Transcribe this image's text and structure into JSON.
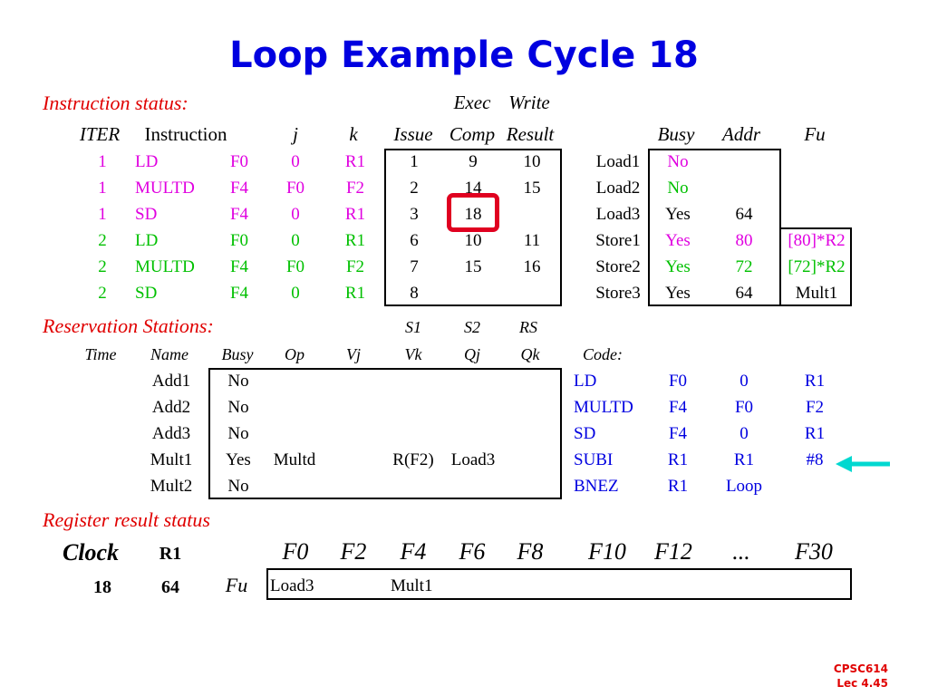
{
  "title": "Loop Example Cycle 18",
  "instruction_status": {
    "section_label": "Instruction status:",
    "exec_label": "Exec",
    "write_label": "Write",
    "headers": {
      "iter": "ITER",
      "instruction": "Instruction",
      "j": "j",
      "k": "k",
      "issue": "Issue",
      "comp": "Comp",
      "result": "Result"
    },
    "rows": [
      {
        "iter": "1",
        "op": "LD",
        "dst": "F0",
        "j": "0",
        "k": "R1",
        "issue": "1",
        "comp": "9",
        "result": "10"
      },
      {
        "iter": "1",
        "op": "MULTD",
        "dst": "F4",
        "j": "F0",
        "k": "F2",
        "issue": "2",
        "comp": "14",
        "result": "15"
      },
      {
        "iter": "1",
        "op": "SD",
        "dst": "F4",
        "j": "0",
        "k": "R1",
        "issue": "3",
        "comp": "18",
        "result": ""
      },
      {
        "iter": "2",
        "op": "LD",
        "dst": "F0",
        "j": "0",
        "k": "R1",
        "issue": "6",
        "comp": "10",
        "result": "11"
      },
      {
        "iter": "2",
        "op": "MULTD",
        "dst": "F4",
        "j": "F0",
        "k": "F2",
        "issue": "7",
        "comp": "15",
        "result": "16"
      },
      {
        "iter": "2",
        "op": "SD",
        "dst": "F4",
        "j": "0",
        "k": "R1",
        "issue": "8",
        "comp": "",
        "result": ""
      }
    ]
  },
  "load_store_buffers": {
    "headers": {
      "busy": "Busy",
      "addr": "Addr",
      "fu": "Fu"
    },
    "rows": [
      {
        "name": "Load1",
        "busy": "No",
        "addr": "",
        "fu": ""
      },
      {
        "name": "Load2",
        "busy": "No",
        "addr": "",
        "fu": ""
      },
      {
        "name": "Load3",
        "busy": "Yes",
        "addr": "64",
        "fu": ""
      },
      {
        "name": "Store1",
        "busy": "Yes",
        "addr": "80",
        "fu": "[80]*R2"
      },
      {
        "name": "Store2",
        "busy": "Yes",
        "addr": "72",
        "fu": "[72]*R2"
      },
      {
        "name": "Store3",
        "busy": "Yes",
        "addr": "64",
        "fu": "Mult1"
      }
    ]
  },
  "reservation_stations": {
    "section_label": "Reservation Stations:",
    "top_headers": {
      "s1": "S1",
      "s2": "S2",
      "rs": "RS"
    },
    "headers": {
      "time": "Time",
      "name": "Name",
      "busy": "Busy",
      "op": "Op",
      "vj": "Vj",
      "vk": "Vk",
      "qj": "Qj",
      "qk": "Qk",
      "code": "Code:"
    },
    "rows": [
      {
        "time": "",
        "name": "Add1",
        "busy": "No",
        "op": "",
        "vj": "",
        "vk": "",
        "qj": "",
        "qk": ""
      },
      {
        "time": "",
        "name": "Add2",
        "busy": "No",
        "op": "",
        "vj": "",
        "vk": "",
        "qj": "",
        "qk": ""
      },
      {
        "time": "",
        "name": "Add3",
        "busy": "No",
        "op": "",
        "vj": "",
        "vk": "",
        "qj": "",
        "qk": ""
      },
      {
        "time": "",
        "name": "Mult1",
        "busy": "Yes",
        "op": "Multd",
        "vj": "",
        "vk": "R(F2)",
        "qj": "Load3",
        "qk": ""
      },
      {
        "time": "",
        "name": "Mult2",
        "busy": "No",
        "op": "",
        "vj": "",
        "vk": "",
        "qj": "",
        "qk": ""
      }
    ]
  },
  "code": [
    {
      "op": "LD",
      "a": "F0",
      "b": "0",
      "c": "R1"
    },
    {
      "op": "MULTD",
      "a": "F4",
      "b": "F0",
      "c": "F2"
    },
    {
      "op": "SD",
      "a": "F4",
      "b": "0",
      "c": "R1"
    },
    {
      "op": "SUBI",
      "a": "R1",
      "b": "R1",
      "c": "#8"
    },
    {
      "op": "BNEZ",
      "a": "R1",
      "b": "Loop",
      "c": ""
    }
  ],
  "register_result_status": {
    "section_label": "Register result status",
    "clock_label": "Clock",
    "r1_label": "R1",
    "registers": [
      "F0",
      "F2",
      "F4",
      "F6",
      "F8",
      "F10",
      "F12",
      "...",
      "F30"
    ],
    "clock_value": "18",
    "r1_value": "64",
    "fu_label": "Fu",
    "fu_values": [
      "Load3",
      "",
      "Mult1",
      "",
      "",
      "",
      "",
      "",
      ""
    ]
  },
  "footer": {
    "course": "CPSC614",
    "lecture": "Lec 4.45"
  },
  "colors": {
    "title": "#0000e0",
    "section": "#e00000",
    "iter1": "#e000e0",
    "iter2": "#00c000",
    "code": "#0000e0",
    "highlight": "#e00020",
    "arrow": "#00d8d0"
  },
  "icons": {
    "arrow": "left-arrow-icon"
  }
}
